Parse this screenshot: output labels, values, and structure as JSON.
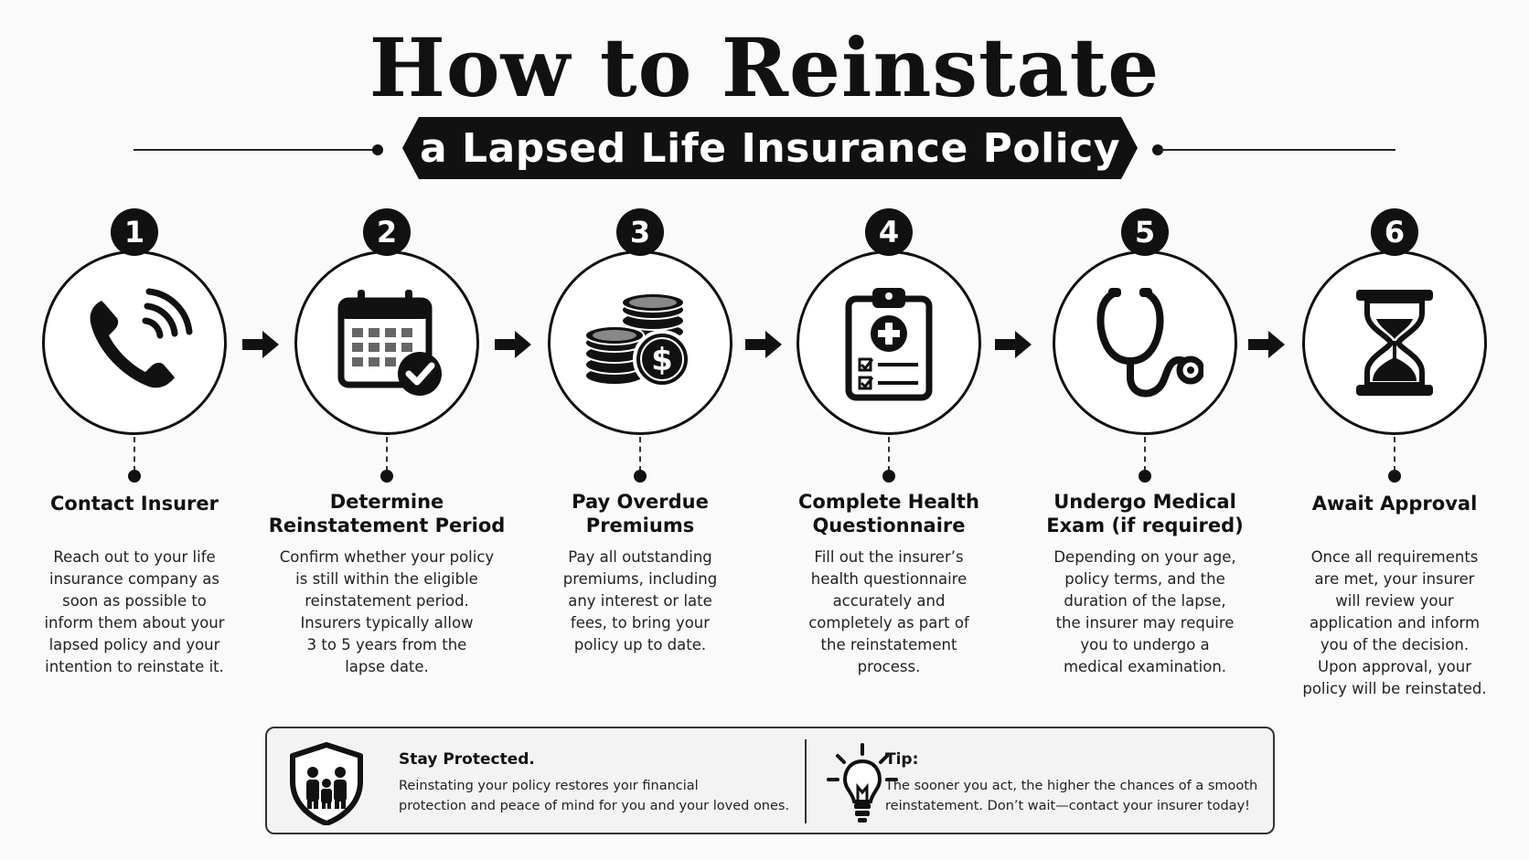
{
  "header": {
    "title": "How to Reinstate",
    "subtitle": "a Lapsed Life Insurance Policy"
  },
  "steps": [
    {
      "number": "1",
      "icon": "phone-icon",
      "title_lines": [
        "Contact Insurer"
      ],
      "description_lines": [
        "Reach out to your life",
        "insurance company as",
        "soon as possible to",
        "inform them about your",
        "lapsed policy and your",
        "intention to reinstate it."
      ]
    },
    {
      "number": "2",
      "icon": "calendar-check-icon",
      "title_lines": [
        "Determine",
        "Reinstatement Period"
      ],
      "description_lines": [
        "Confirm whether your policy",
        "is still within the eligible",
        "reinstatement period.",
        "Insurers typically allow",
        "3 to 5 years from the",
        "lapse date."
      ]
    },
    {
      "number": "3",
      "icon": "coins-dollar-icon",
      "title_lines": [
        "Pay Overdue",
        "Premiums"
      ],
      "description_lines": [
        "Pay all outstanding",
        "premiums, including",
        "any interest or late",
        "fees, to bring your",
        "policy up to date."
      ]
    },
    {
      "number": "4",
      "icon": "clipboard-health-icon",
      "title_lines": [
        "Complete Health",
        "Questionnaire"
      ],
      "description_lines": [
        "Fill out the insurer’s",
        "health questionnaire",
        "accurately and",
        "completely as part of",
        "the reinstatement",
        "process."
      ]
    },
    {
      "number": "5",
      "icon": "stethoscope-icon",
      "title_lines": [
        "Undergo Medical",
        "Exam (if required)"
      ],
      "description_lines": [
        "Depending on your age,",
        "policy terms, and the",
        "duration of the lapse,",
        "the insurer may require",
        "you to undergo a",
        "medical examination."
      ]
    },
    {
      "number": "6",
      "icon": "hourglass-icon",
      "title_lines": [
        "Await Approval"
      ],
      "description_lines": [
        "Once all requirements",
        "are met, your insurer",
        "will review your",
        "application and inform",
        "you of the decision.",
        "Upon approval, your",
        "policy will be reinstated."
      ]
    }
  ],
  "notes": {
    "protected": {
      "icon": "family-shield-icon",
      "title": "Stay Protected.",
      "lines": [
        "Reinstating your policy restores yoır financial",
        "protection and peace of mind for you and your loved ones."
      ]
    },
    "tip": {
      "icon": "lightbulb-icon",
      "title": "Tip:",
      "lines": [
        "The sooner you act, the higher the chances of a smooth",
        "reinstatement. Don’t wait—contact your insurer today!"
      ]
    }
  }
}
